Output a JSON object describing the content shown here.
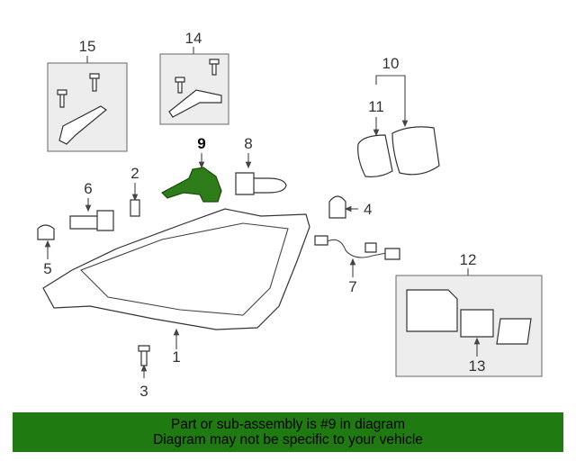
{
  "diagram": {
    "callouts": [
      "1",
      "2",
      "3",
      "4",
      "5",
      "6",
      "7",
      "8",
      "9",
      "10",
      "11",
      "12",
      "13",
      "14",
      "15"
    ],
    "highlighted_part": "9",
    "highlight_color": "#2e7d1a"
  },
  "banner": {
    "line1": "Part or sub-assembly is #9 in diagram",
    "line2": "Diagram may not be specific to your vehicle",
    "background": "#1f7a12"
  }
}
